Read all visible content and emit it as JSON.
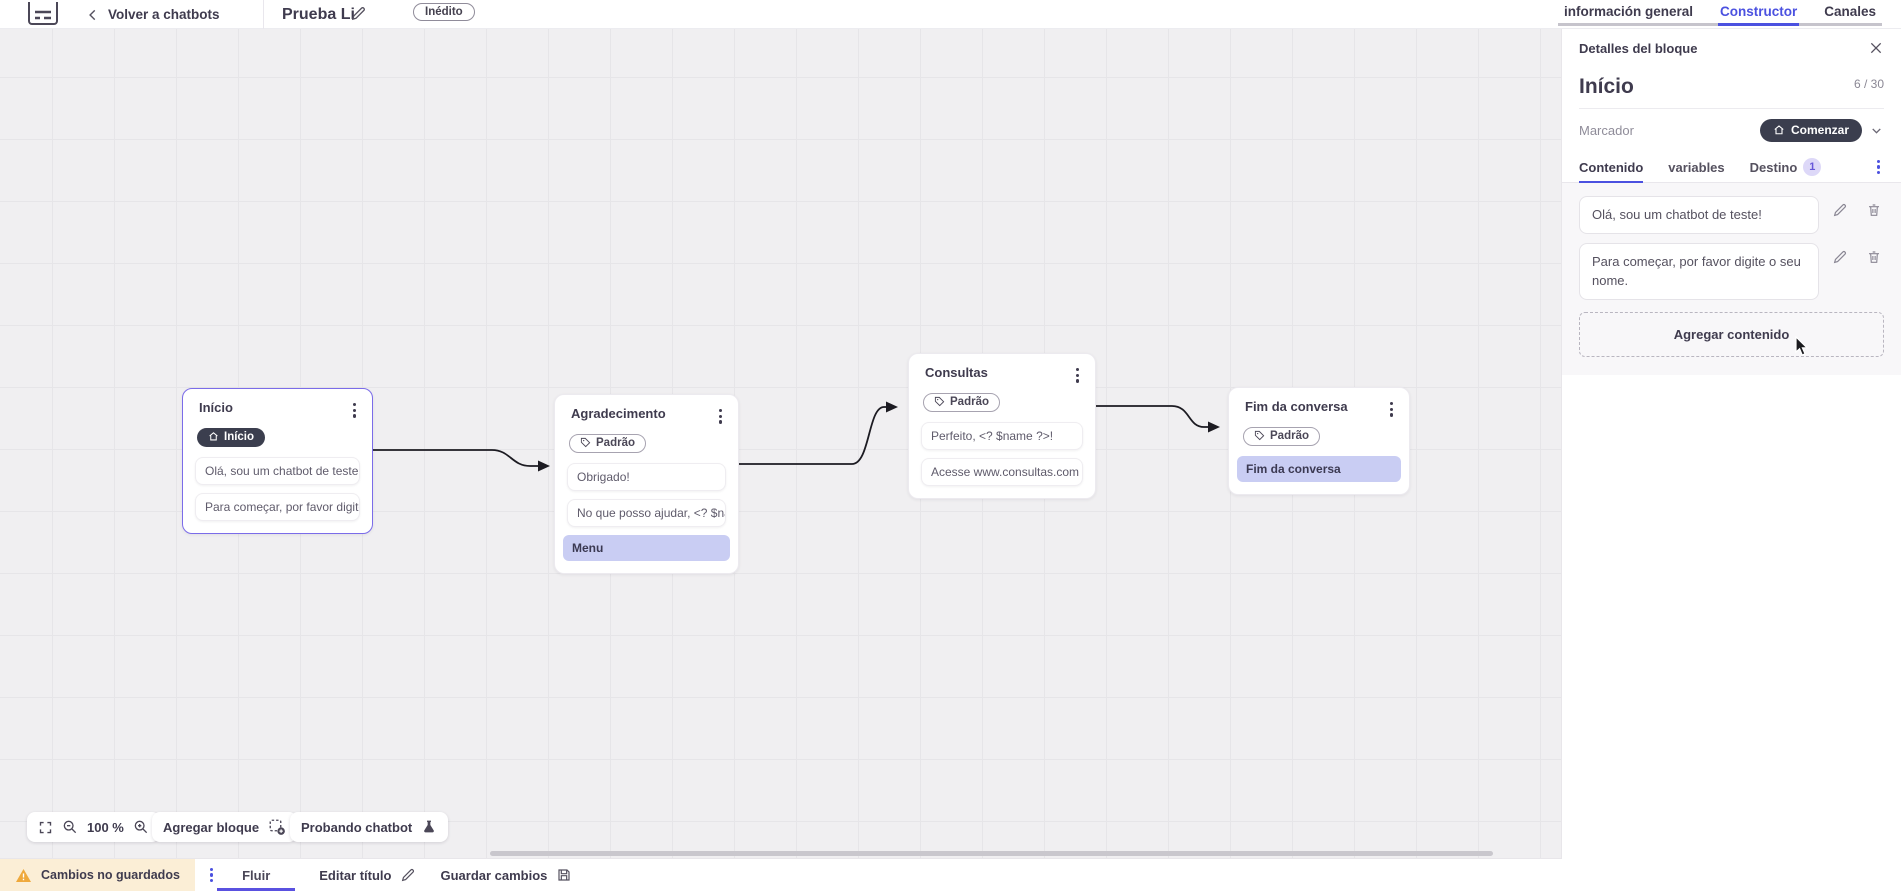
{
  "colors": {
    "accent": "#4b51e0",
    "selected_block_border": "#7b6ce9",
    "action_row_bg": "#c9cdf3",
    "dark_pill_bg": "#3b3e4e",
    "unsaved_bg": "#fbeed6",
    "warning_icon": "#efa93c",
    "canvas_bg": "#f0eff1"
  },
  "topbar": {
    "back_label": "Volver a chatbots",
    "title": "Prueba Li",
    "status_badge": "Inédito",
    "tabs": [
      {
        "label": "información general"
      },
      {
        "label": "Constructor"
      },
      {
        "label": "Canales"
      }
    ]
  },
  "canvas": {
    "zoom_level": "100 %",
    "add_block_label": "Agregar bloque",
    "test_chatbot_label": "Probando chatbot",
    "blocks": [
      {
        "title": "Início",
        "badge": "Início",
        "rows": [
          {
            "text": "Olá, sou um chatbot de teste!"
          },
          {
            "text": "Para começar, por favor digite o ..."
          }
        ]
      },
      {
        "title": "Agradecimento",
        "badge": "Padrão",
        "rows": [
          {
            "text": "Obrigado!"
          },
          {
            "text": "No que posso ajudar, <? $name ..."
          },
          {
            "text": "Menu"
          }
        ]
      },
      {
        "title": "Consultas",
        "badge": "Padrão",
        "rows": [
          {
            "text": "Perfeito, <? $name ?>!"
          },
          {
            "text": "Acesse www.consultas.com par..."
          }
        ]
      },
      {
        "title": "Fim da conversa",
        "badge": "Padrão",
        "rows": [
          {
            "text": "Fim da conversa"
          }
        ]
      }
    ]
  },
  "panel": {
    "header": "Detalles del bloque",
    "block_title": "Início",
    "char_count": "6 / 30",
    "marker_label": "Marcador",
    "marker_value": "Comenzar",
    "tabs": [
      {
        "label": "Contenido"
      },
      {
        "label": "variables"
      },
      {
        "label": "Destino",
        "badge": "1"
      }
    ],
    "contents": [
      "Olá, sou um chatbot de teste!",
      "Para começar, por favor digite o seu nome."
    ],
    "add_content_label": "Agregar contenido"
  },
  "bottombar": {
    "unsaved_label": "Cambios no guardados",
    "flow_tab": "Fluir",
    "edit_title_label": "Editar título",
    "save_label": "Guardar cambios"
  }
}
